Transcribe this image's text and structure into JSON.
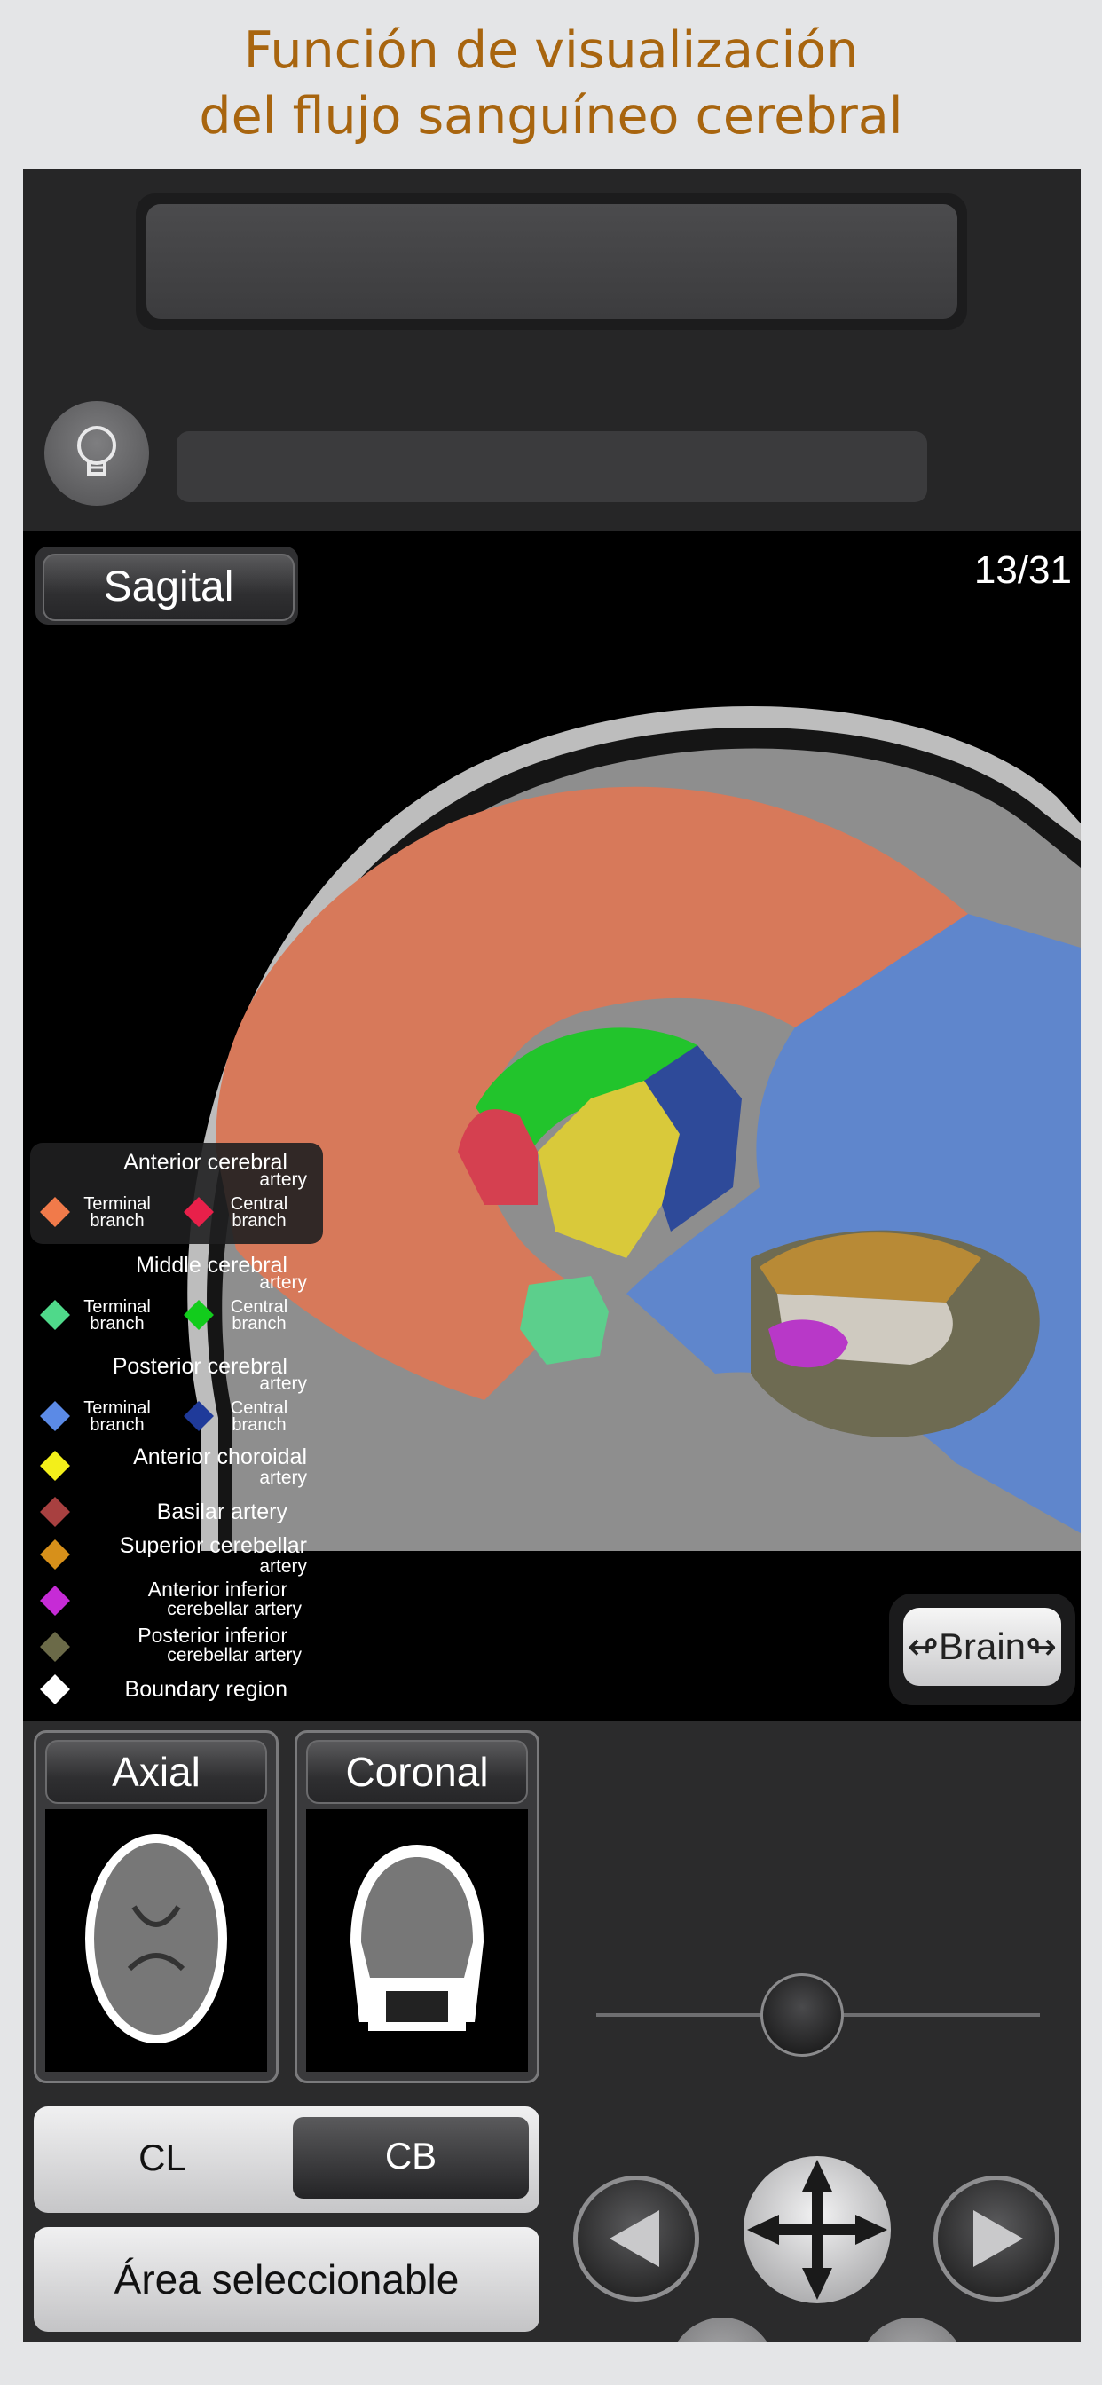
{
  "header": {
    "line1": "Función de visualización",
    "line2": "del flujo sanguíneo cerebral"
  },
  "viewer": {
    "view_label": "Sagital",
    "slice_counter": "13/31",
    "brain_button": "↫Brain↬"
  },
  "legend": {
    "groups": [
      {
        "title": "Anterior cerebral",
        "suffix": "artery",
        "left": {
          "label1": "Terminal",
          "label2": "branch",
          "color": "#f17a4a"
        },
        "right": {
          "label1": "Central",
          "label2": "branch",
          "color": "#e8204a"
        }
      },
      {
        "title": "Middle cerebral",
        "suffix": "artery",
        "left": {
          "label1": "Terminal",
          "label2": "branch",
          "color": "#4fd98a"
        },
        "right": {
          "label1": "Central",
          "label2": "branch",
          "color": "#12cc1c"
        }
      },
      {
        "title": "Posterior cerebral",
        "suffix": "artery",
        "left": {
          "label1": "Terminal",
          "label2": "branch",
          "color": "#5b8ae6"
        },
        "right": {
          "label1": "Central",
          "label2": "branch",
          "color": "#1f3a9a"
        }
      }
    ],
    "singles": [
      {
        "line1": "Anterior choroidal",
        "line2": "artery",
        "color": "#f3ef1a"
      },
      {
        "line1": "Basilar artery",
        "line2": "",
        "color": "#a84040"
      },
      {
        "line1": "Superior cerebellar",
        "line2": "artery",
        "color": "#d7901a"
      },
      {
        "line1": "Anterior inferior",
        "line2": "cerebellar artery",
        "color": "#c62bd6"
      },
      {
        "line1": "Posterior inferior",
        "line2": "cerebellar artery",
        "color": "#6b6a48"
      },
      {
        "line1": "Boundary region",
        "line2": "",
        "color": "#ffffff"
      }
    ]
  },
  "thumbnails": {
    "axial": "Axial",
    "coronal": "Coronal"
  },
  "segment": {
    "left": "CL",
    "right": "CB",
    "selected": "CB"
  },
  "area_button": "Área seleccionable",
  "slider": {
    "value": 0.5
  }
}
